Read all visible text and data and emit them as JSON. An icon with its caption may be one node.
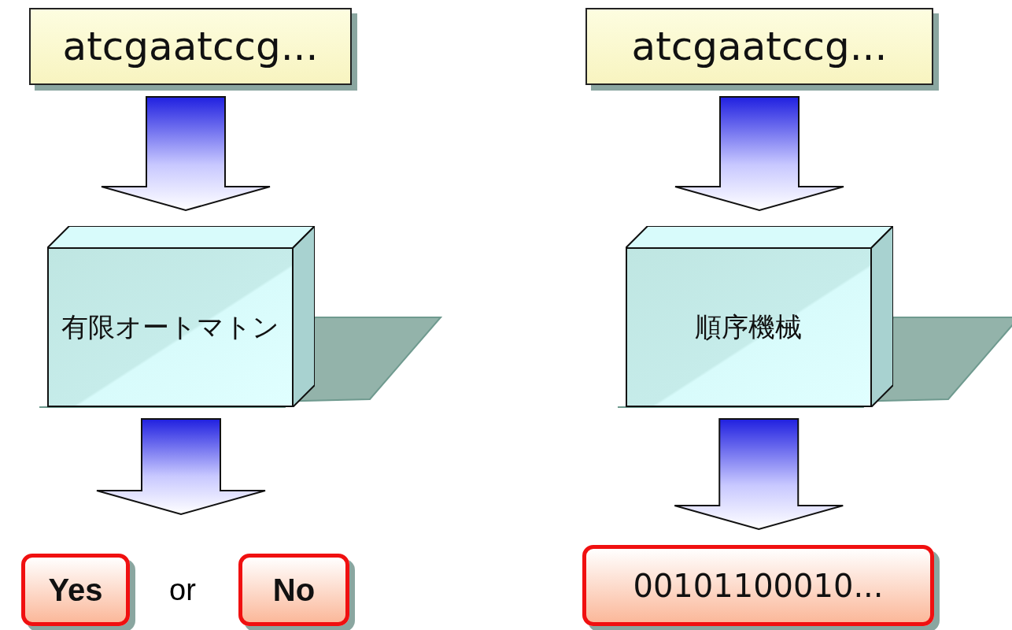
{
  "diagram": {
    "nodes": [
      {
        "text": [
          "atcgaatccg..."
        ]
      },
      {
        "text": [
          "有限オートマトン"
        ]
      },
      {
        "text": [
          "Yes"
        ]
      },
      {
        "text": [
          "No"
        ]
      },
      {
        "text": [
          "atcgaatccg..."
        ]
      },
      {
        "text": [
          "順序機械"
        ]
      },
      {
        "text": [
          "00101100010..."
        ]
      }
    ],
    "edges": [
      {
        "from": 0,
        "to": 1,
        "arrow": "to"
      },
      {
        "from": 1,
        "to": 2,
        "arrow": "to"
      },
      {
        "from": 1,
        "to": 3,
        "arrow": "to"
      },
      {
        "from": 4,
        "to": 5,
        "arrow": "to"
      },
      {
        "from": 5,
        "to": 6,
        "arrow": "to"
      }
    ],
    "labels": [
      "or"
    ]
  }
}
